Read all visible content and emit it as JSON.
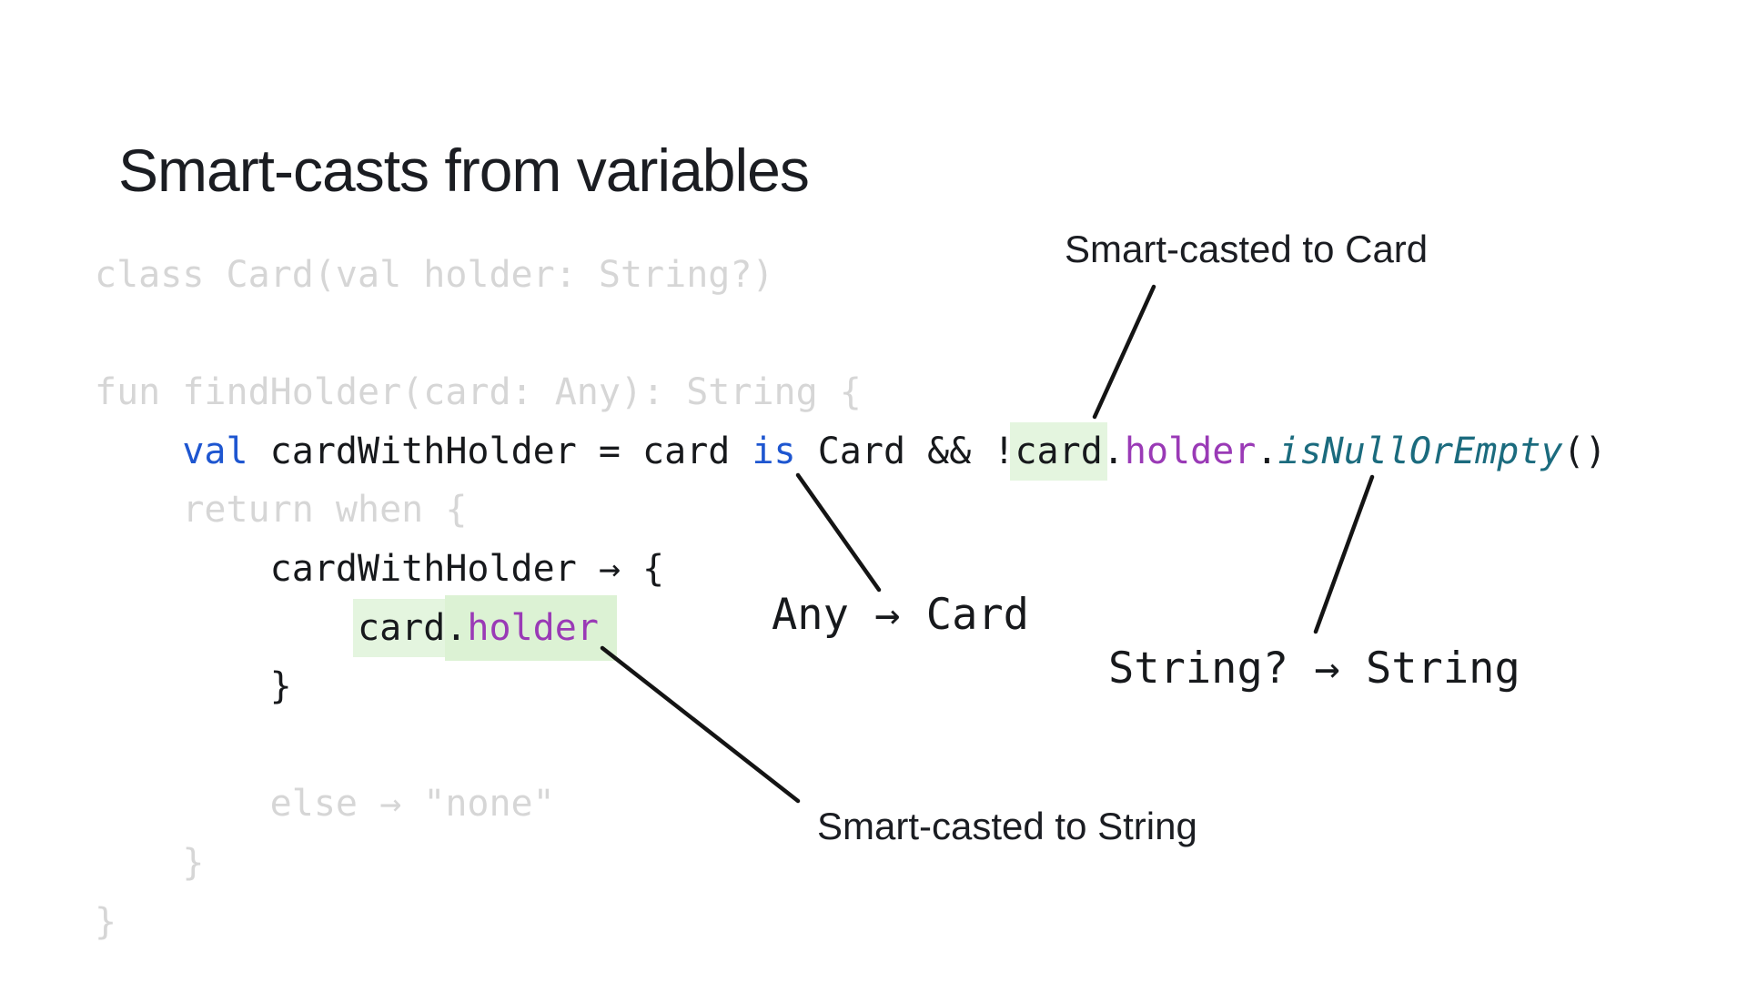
{
  "slide": {
    "title": "Smart-casts from variables"
  },
  "code": {
    "language": "kotlin",
    "lines": [
      {
        "segments": [
          {
            "t": "class Card(val holder: String?)",
            "c": "dim"
          }
        ]
      },
      {
        "segments": []
      },
      {
        "segments": [
          {
            "t": "fun findHolder(card: Any): String {",
            "c": "dim"
          }
        ]
      },
      {
        "segments": [
          {
            "t": "    ",
            "c": "plain"
          },
          {
            "t": "val",
            "c": "keyword"
          },
          {
            "t": " cardWithHolder = card ",
            "c": "plain"
          },
          {
            "t": "is",
            "c": "keyword"
          },
          {
            "t": " Card && !",
            "c": "plain"
          },
          {
            "t": "card",
            "c": "plain hl-a"
          },
          {
            "t": ".",
            "c": "plain"
          },
          {
            "t": "holder",
            "c": "property"
          },
          {
            "t": ".",
            "c": "plain"
          },
          {
            "t": "isNullOrEmpty",
            "c": "function"
          },
          {
            "t": "()",
            "c": "plain"
          }
        ]
      },
      {
        "segments": [
          {
            "t": "    return when {",
            "c": "dim"
          }
        ]
      },
      {
        "segments": [
          {
            "t": "        cardWithHolder → {",
            "c": "plain"
          }
        ]
      },
      {
        "segments": [
          {
            "t": "            ",
            "c": "plain"
          },
          {
            "t": "card",
            "c": "plain hl-a"
          },
          {
            "t": ".",
            "c": "plain hl-b"
          },
          {
            "t": "holder",
            "c": "property hl-b hl-b-end"
          }
        ]
      },
      {
        "segments": [
          {
            "t": "        }",
            "c": "plain"
          }
        ]
      },
      {
        "segments": []
      },
      {
        "segments": [
          {
            "t": "        else → \"none\"",
            "c": "dim"
          }
        ]
      },
      {
        "segments": [
          {
            "t": "    }",
            "c": "dim"
          }
        ]
      },
      {
        "segments": [
          {
            "t": "}",
            "c": "dim"
          }
        ]
      }
    ]
  },
  "annotations": {
    "smart_casted_to_card": "Smart-casted to Card",
    "any_to_card": "Any → Card",
    "string_nullable_to_string": "String? → String",
    "smart_casted_to_string": "Smart-casted to String"
  },
  "colors": {
    "background": "#ffffff",
    "title_text": "#1b1d22",
    "code_plain": "#17191c",
    "code_dim": "#d6d6d6",
    "keyword_blue": "#1e56d0",
    "property_purple": "#9a3ab6",
    "function_teal": "#1b6b7e",
    "highlight_green": "#e4f5df",
    "highlight_green_strong": "#dcf2d4",
    "connector": "#141414"
  }
}
